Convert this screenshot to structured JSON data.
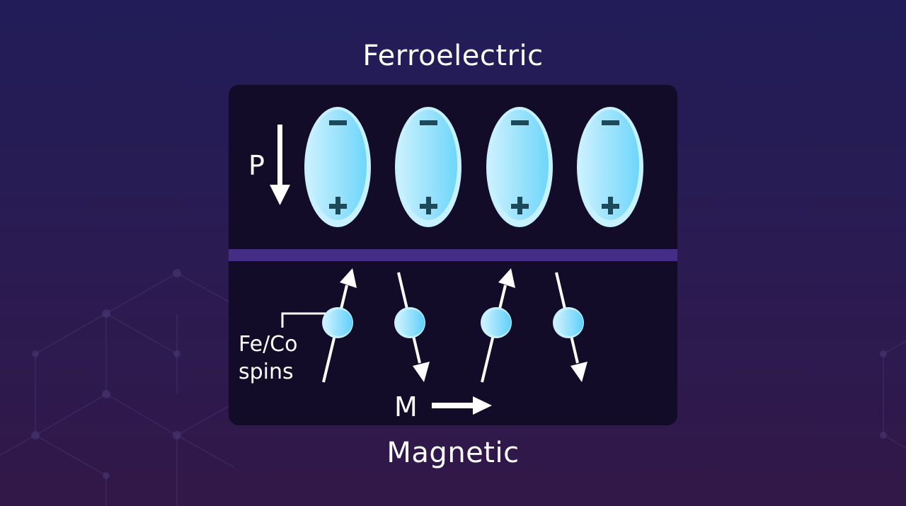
{
  "titles": {
    "top": "Ferroelectric",
    "bottom": "Magnetic"
  },
  "ferroelectric": {
    "polarization_label": "P",
    "polarization_direction": "down",
    "dipoles": [
      {
        "top_charge": "−",
        "bottom_charge": "+"
      },
      {
        "top_charge": "−",
        "bottom_charge": "+"
      },
      {
        "top_charge": "−",
        "bottom_charge": "+"
      },
      {
        "top_charge": "−",
        "bottom_charge": "+"
      }
    ]
  },
  "magnetic": {
    "spins_label_line1": "Fe/Co",
    "spins_label_line2": "spins",
    "magnetization_label": "M",
    "magnetization_direction": "right",
    "spins": [
      {
        "direction": "up"
      },
      {
        "direction": "down"
      },
      {
        "direction": "up"
      },
      {
        "direction": "down"
      }
    ]
  },
  "colors": {
    "background_top": "#221d58",
    "background_bottom": "#321848",
    "panel": "#120c28",
    "divider": "#442d86",
    "dipole_fill": "#8ee0fb",
    "dipole_rim": "#c8f1ff",
    "charge_sign": "#1c4a5a",
    "text": "#ffffff"
  }
}
